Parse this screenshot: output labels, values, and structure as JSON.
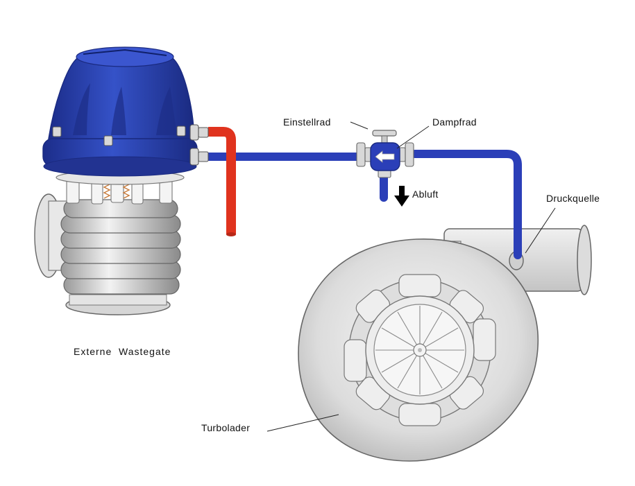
{
  "labels": {
    "einstellrad": "Einstellrad",
    "dampfrad": "Dampfrad",
    "abluft": "Abluft",
    "druckquelle": "Druckquelle",
    "externe_wastegate": "Externe  Wastegate",
    "turbolader": "Turbolader"
  },
  "colors": {
    "hose_blue": "#2b3fb8",
    "wastegate_blue": "#2a3fa8",
    "pipe_red": "#e0331e",
    "metal_light": "#e6e6e6",
    "outline": "#555555",
    "arrow_black": "#000000"
  }
}
